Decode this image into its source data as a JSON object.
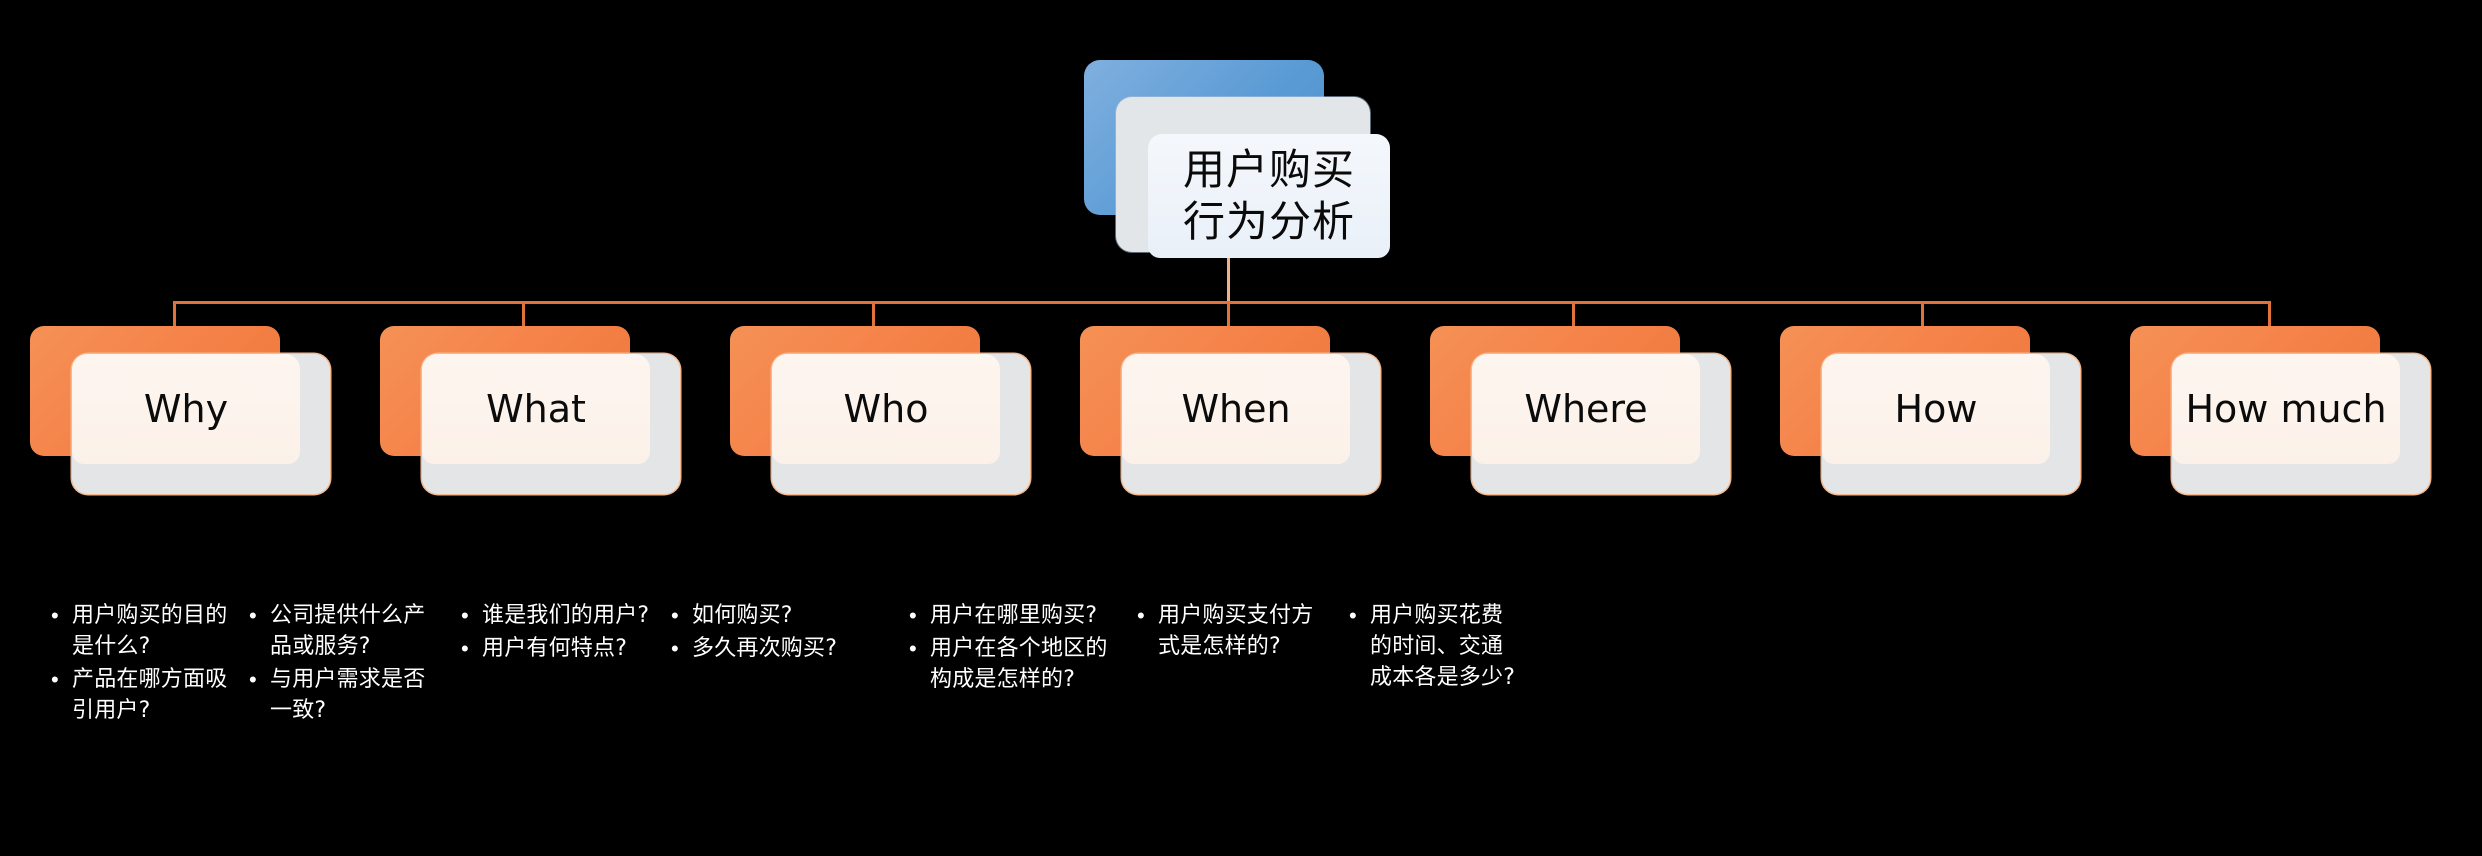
{
  "diagram": {
    "title": "用户购买行为分析",
    "root": {
      "label": "用户购买\n行为分析",
      "back_color": "#5B9BD5",
      "card_color": "#EEF3FA"
    },
    "connector_color": "#E0733A",
    "branch_back_color": "#F5834A",
    "branch_card_color": "#FCF3EC",
    "bullet_marker": "•",
    "text_color": "#FFFFFF",
    "background": "#000000",
    "branches": [
      {
        "label": "Why",
        "bullets": [
          "用户购买的目的是什么?",
          "产品在哪方面吸引用户?"
        ]
      },
      {
        "label": "What",
        "bullets": [
          "公司提供什么产品或服务?",
          "与用户需求是否一致?"
        ]
      },
      {
        "label": "Who",
        "bullets": [
          "谁是我们的用户?",
          "用户有何特点?"
        ]
      },
      {
        "label": "When",
        "bullets": [
          "如何购买?",
          "多久再次购买?"
        ]
      },
      {
        "label": "Where",
        "bullets": [
          "用户在哪里购买?",
          "用户在各个地区的构成是怎样的?"
        ]
      },
      {
        "label": "How",
        "bullets": [
          "用户购买支付方式是怎样的?"
        ]
      },
      {
        "label": "How much",
        "bullets": [
          "用户购买花费的时间、交通成本各是多少?"
        ]
      }
    ]
  }
}
